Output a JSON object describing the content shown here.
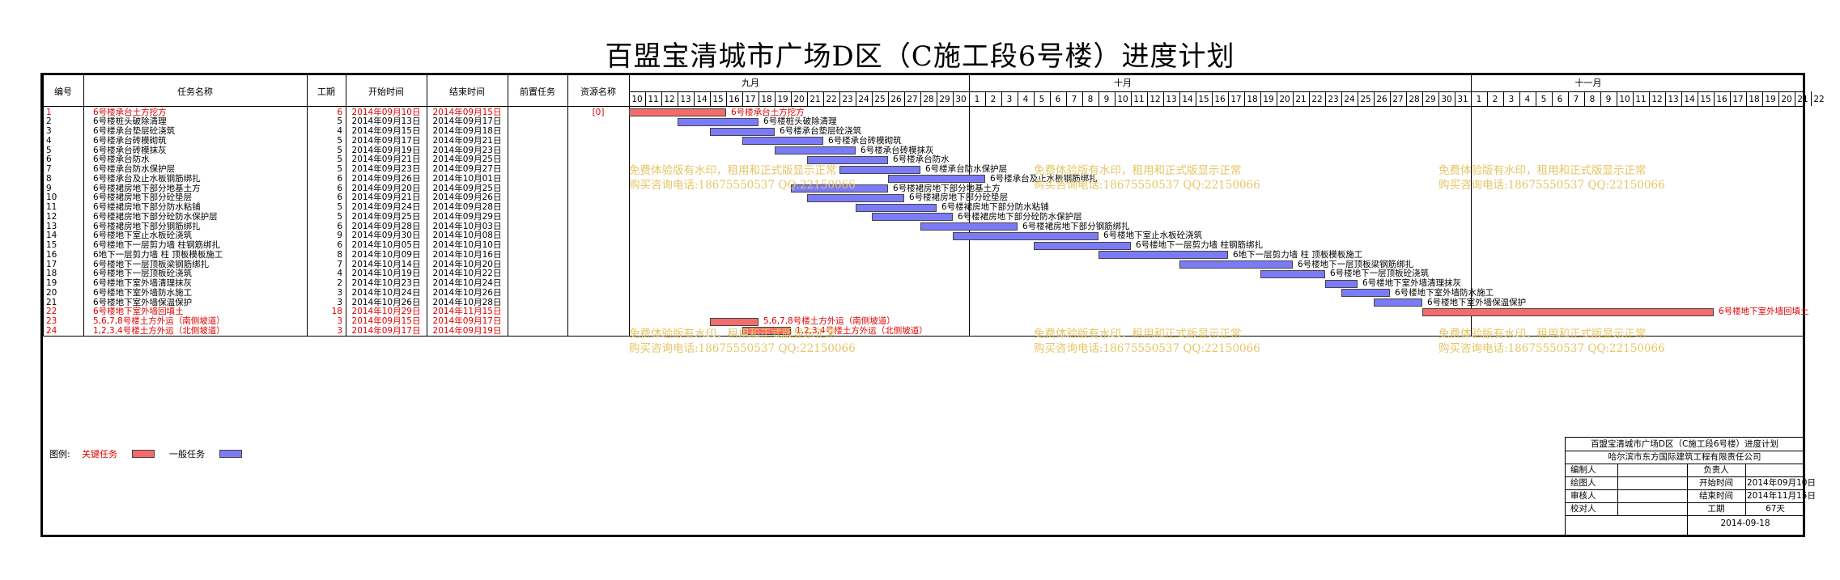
{
  "title": "百盟宝清城市广场D区（C施工段6号楼）进度计划",
  "headers": {
    "id": "编号",
    "name": "任务名称",
    "duration": "工期",
    "start": "开始时间",
    "end": "结束时间",
    "pred": "前置任务",
    "resource": "资源名称"
  },
  "months": [
    "九月",
    "十月",
    "十一月"
  ],
  "days": [
    10,
    11,
    12,
    13,
    14,
    15,
    16,
    17,
    18,
    19,
    20,
    21,
    22,
    23,
    24,
    25,
    26,
    27,
    28,
    29,
    30,
    1,
    2,
    3,
    4,
    5,
    6,
    7,
    8,
    9,
    10,
    11,
    12,
    13,
    14,
    15,
    16,
    17,
    18,
    19,
    20,
    21,
    22,
    23,
    24,
    25,
    26,
    27,
    28,
    29,
    30,
    31,
    1,
    2,
    3,
    4,
    5,
    6,
    7,
    8,
    9,
    10,
    11,
    12,
    13,
    14,
    15,
    16,
    17,
    18,
    19,
    20,
    21,
    22
  ],
  "tasks": [
    {
      "id": "1",
      "name": "6号楼承台土方挖方",
      "dur": "6",
      "start": "2014年09月10日",
      "end": "2014年09月15日",
      "res": "[0]",
      "crit": true,
      "s": 0,
      "d": 6,
      "label": "6号楼承台土方挖方"
    },
    {
      "id": "2",
      "name": "6号楼桩头破除清理",
      "dur": "5",
      "start": "2014年09月13日",
      "end": "2014年09月17日",
      "res": "",
      "crit": false,
      "s": 3,
      "d": 5,
      "label": "6号楼桩头破除清理"
    },
    {
      "id": "3",
      "name": "6号楼承台垫层砼浇筑",
      "dur": "4",
      "start": "2014年09月15日",
      "end": "2014年09月18日",
      "res": "",
      "crit": false,
      "s": 5,
      "d": 4,
      "label": "6号楼承台垫层砼浇筑"
    },
    {
      "id": "4",
      "name": "6号楼承台砖模砌筑",
      "dur": "5",
      "start": "2014年09月17日",
      "end": "2014年09月21日",
      "res": "",
      "crit": false,
      "s": 7,
      "d": 5,
      "label": "6号楼承台砖模砌筑"
    },
    {
      "id": "5",
      "name": "6号楼承台砖模抹灰",
      "dur": "5",
      "start": "2014年09月19日",
      "end": "2014年09月23日",
      "res": "",
      "crit": false,
      "s": 9,
      "d": 5,
      "label": "6号楼承台砖模抹灰"
    },
    {
      "id": "6",
      "name": "6号楼承台防水",
      "dur": "5",
      "start": "2014年09月21日",
      "end": "2014年09月25日",
      "res": "",
      "crit": false,
      "s": 11,
      "d": 5,
      "label": "6号楼承台防水"
    },
    {
      "id": "7",
      "name": "6号楼承台防水保护层",
      "dur": "5",
      "start": "2014年09月23日",
      "end": "2014年09月27日",
      "res": "",
      "crit": false,
      "s": 13,
      "d": 5,
      "label": "6号楼承台防水保护层"
    },
    {
      "id": "8",
      "name": "6号楼承台及止水板钢筋绑扎",
      "dur": "6",
      "start": "2014年09月26日",
      "end": "2014年10月01日",
      "res": "",
      "crit": false,
      "s": 16,
      "d": 6,
      "label": "6号楼承台及止水板钢筋绑扎"
    },
    {
      "id": "9",
      "name": "6号楼裙房地下部分地基土方",
      "dur": "6",
      "start": "2014年09月20日",
      "end": "2014年09月25日",
      "res": "",
      "crit": false,
      "s": 10,
      "d": 6,
      "label": "6号楼裙房地下部分地基土方"
    },
    {
      "id": "10",
      "name": "6号楼裙房地下部分砼垫层",
      "dur": "6",
      "start": "2014年09月21日",
      "end": "2014年09月26日",
      "res": "",
      "crit": false,
      "s": 11,
      "d": 6,
      "label": "6号楼裙房地下部分砼垫层"
    },
    {
      "id": "11",
      "name": "6号楼裙房地下部分防水粘铺",
      "dur": "5",
      "start": "2014年09月24日",
      "end": "2014年09月28日",
      "res": "",
      "crit": false,
      "s": 14,
      "d": 5,
      "label": "6号楼裙房地下部分防水粘铺"
    },
    {
      "id": "12",
      "name": "6号楼裙房地下部分砼防水保护层",
      "dur": "5",
      "start": "2014年09月25日",
      "end": "2014年09月29日",
      "res": "",
      "crit": false,
      "s": 15,
      "d": 5,
      "label": "6号楼裙房地下部分砼防水保护层"
    },
    {
      "id": "13",
      "name": "6号楼裙房地下部分钢筋绑扎",
      "dur": "6",
      "start": "2014年09月28日",
      "end": "2014年10月03日",
      "res": "",
      "crit": false,
      "s": 18,
      "d": 6,
      "label": "6号楼裙房地下部分钢筋绑扎"
    },
    {
      "id": "14",
      "name": "6号楼地下室止水板砼浇筑",
      "dur": "9",
      "start": "2014年09月30日",
      "end": "2014年10月08日",
      "res": "",
      "crit": false,
      "s": 20,
      "d": 9,
      "label": "6号楼地下室止水板砼浇筑"
    },
    {
      "id": "15",
      "name": "6号楼地下一层剪力墙 柱钢筋绑扎",
      "dur": "6",
      "start": "2014年10月05日",
      "end": "2014年10月10日",
      "res": "",
      "crit": false,
      "s": 25,
      "d": 6,
      "label": "6号楼地下一层剪力墙 柱钢筋绑扎"
    },
    {
      "id": "16",
      "name": "6地下一层剪力墙 柱 顶板模板施工",
      "dur": "8",
      "start": "2014年10月09日",
      "end": "2014年10月16日",
      "res": "",
      "crit": false,
      "s": 29,
      "d": 8,
      "label": "6地下一层剪力墙 柱 顶板模板施工"
    },
    {
      "id": "17",
      "name": "6号楼地下一层顶板梁钢筋绑扎",
      "dur": "7",
      "start": "2014年10月14日",
      "end": "2014年10月20日",
      "res": "",
      "crit": false,
      "s": 34,
      "d": 7,
      "label": "6号楼地下一层顶板梁钢筋绑扎"
    },
    {
      "id": "18",
      "name": "6号楼地下一层顶板砼浇筑",
      "dur": "4",
      "start": "2014年10月19日",
      "end": "2014年10月22日",
      "res": "",
      "crit": false,
      "s": 39,
      "d": 4,
      "label": "6号楼地下一层顶板砼浇筑"
    },
    {
      "id": "19",
      "name": "6号楼地下室外墙清理抹灰",
      "dur": "2",
      "start": "2014年10月23日",
      "end": "2014年10月24日",
      "res": "",
      "crit": false,
      "s": 43,
      "d": 2,
      "label": "6号楼地下室外墙清理抹灰"
    },
    {
      "id": "20",
      "name": "6号楼地下室外墙防水施工",
      "dur": "3",
      "start": "2014年10月24日",
      "end": "2014年10月26日",
      "res": "",
      "crit": false,
      "s": 44,
      "d": 3,
      "label": "6号楼地下室外墙防水施工"
    },
    {
      "id": "21",
      "name": "6号楼地下室外墙保温保护",
      "dur": "3",
      "start": "2014年10月26日",
      "end": "2014年10月28日",
      "res": "",
      "crit": false,
      "s": 46,
      "d": 3,
      "label": "6号楼地下室外墙保温保护"
    },
    {
      "id": "22",
      "name": "6号楼地下室外墙回填土",
      "dur": "18",
      "start": "2014年10月29日",
      "end": "2014年11月15日",
      "res": "",
      "crit": true,
      "s": 49,
      "d": 18,
      "label": "6号楼地下室外墙回填土"
    },
    {
      "id": "23",
      "name": "5,6,7,8号楼土方外运（南侧坡道）",
      "dur": "3",
      "start": "2014年09月15日",
      "end": "2014年09月17日",
      "res": "",
      "crit": true,
      "s": 5,
      "d": 3,
      "label": "5,6,7,8号楼土方外运（南侧坡道）"
    },
    {
      "id": "24",
      "name": "1,2,3,4号楼土方外运（北侧坡道）",
      "dur": "3",
      "start": "2014年09月17日",
      "end": "2014年09月19日",
      "res": "",
      "crit": true,
      "s": 7,
      "d": 3,
      "label": "1,2,3,4号楼土方外运（北侧坡道）"
    }
  ],
  "watermark": {
    "line1": "免费体验版有水印，租用和正式版显示正常",
    "line2": "购买咨询电话:18675550537 QQ:22150066"
  },
  "legend": {
    "label": "图例:",
    "critical": "关键任务",
    "general": "一般任务"
  },
  "titleblock": {
    "title": "百盟宝清城市广场D区（C施工段6号楼）进度计划",
    "company": "哈尔滨市东方国际建筑工程有限责任公司",
    "editor_label": "编制人",
    "editor": "",
    "owner_label": "负责人",
    "owner": "",
    "drawer_label": "绘图人",
    "drawer": "",
    "start_label": "开始时间",
    "start_value": "2014年09月10日",
    "reviewer_label": "审核人",
    "reviewer": "",
    "end_label": "结束时间",
    "end_value": "2014年11月15日",
    "proof_label": "校对人",
    "proof": "",
    "dur_label": "工期",
    "dur_value": "67天",
    "date": "2014-09-18"
  },
  "colors": {
    "critical": "#f36b6b",
    "general": "#7b7bf7",
    "critical_text": "#e00000",
    "watermark": "#e6c565"
  }
}
